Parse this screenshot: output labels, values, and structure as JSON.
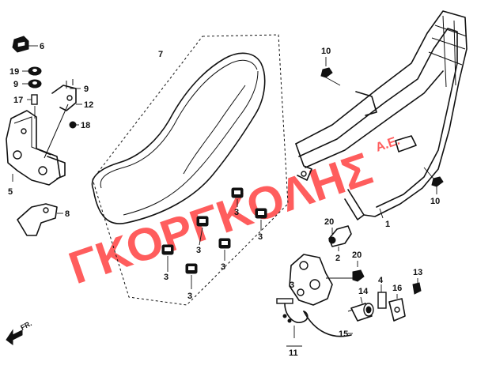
{
  "callouts": {
    "c1": "1",
    "c2": "2",
    "c3a": "3",
    "c3b": "3",
    "c3c": "3",
    "c3d": "3",
    "c3e": "3",
    "c3f": "3",
    "c3g": "3",
    "c4": "4",
    "c5": "5",
    "c6": "6",
    "c7": "7",
    "c8": "8",
    "c9a": "9",
    "c9b": "9",
    "c10a": "10",
    "c10b": "10",
    "c11": "11",
    "c12": "12",
    "c13": "13",
    "c14": "14",
    "c15": "15",
    "c16": "16",
    "c17": "17",
    "c18": "18",
    "c19": "19",
    "c20a": "20",
    "c20b": "20"
  },
  "watermark": {
    "main": "ΓΚΟΡΓΚΟΛΗΣ",
    "suffix": "Α.Ε."
  },
  "direction_label": "FR.",
  "colors": {
    "linework": "#111111",
    "watermark": "#ff2020"
  }
}
